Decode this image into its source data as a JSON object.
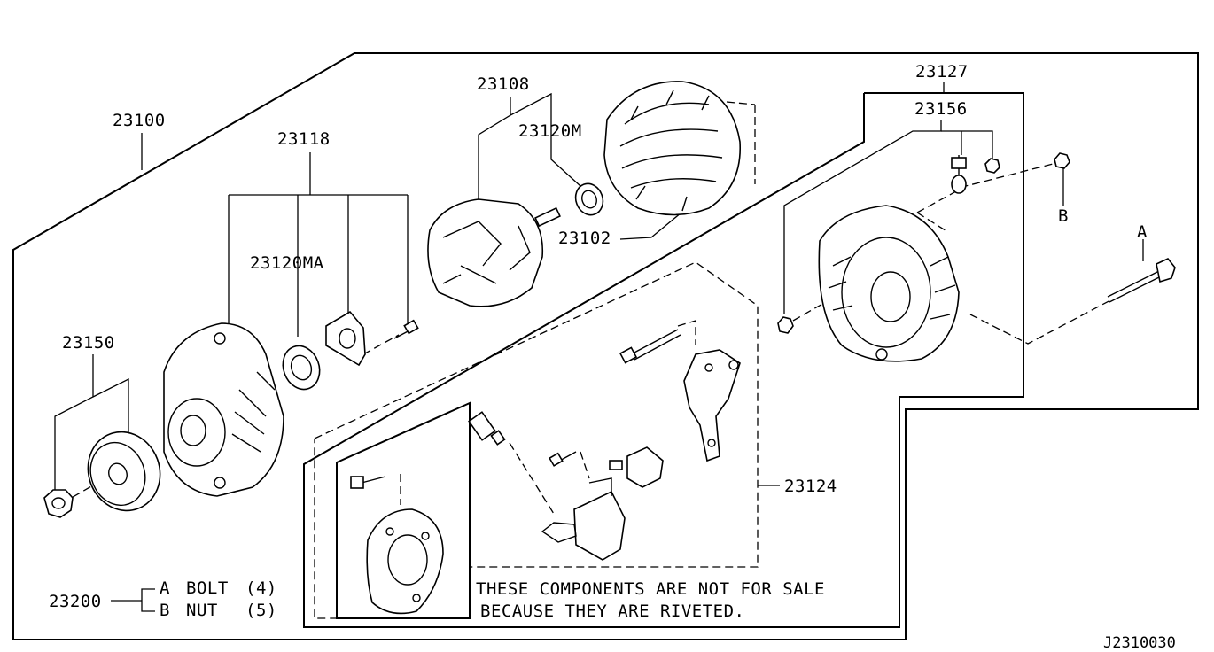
{
  "part_numbers": {
    "p23100": "23100",
    "p23118": "23118",
    "p23108": "23108",
    "p23120m": "23120M",
    "p23102": "23102",
    "p23127": "23127",
    "p23156": "23156",
    "p23120ma": "23120MA",
    "p23150": "23150",
    "p23124": "23124",
    "p23200": "23200"
  },
  "callouts": {
    "a": "A",
    "b": "B"
  },
  "legend": {
    "row_a": {
      "letter": "A",
      "name": "BOLT",
      "qty": "(4)"
    },
    "row_b": {
      "letter": "B",
      "name": "NUT",
      "qty": "(5)"
    }
  },
  "note": {
    "line1": "THESE COMPONENTS ARE NOT FOR SALE",
    "line2": "BECAUSE THEY ARE RIVETED."
  },
  "diagram_id": "J2310030"
}
